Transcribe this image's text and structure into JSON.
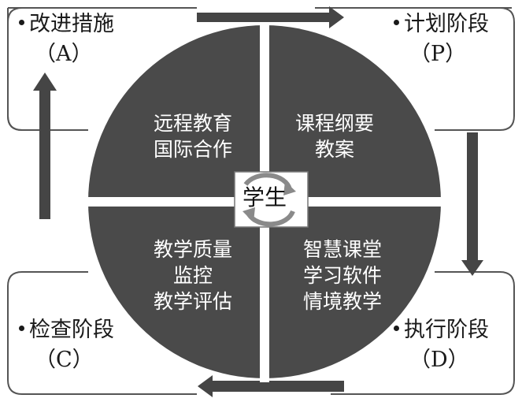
{
  "center": {
    "label": "学生"
  },
  "quadrants": {
    "top_left": [
      "远程教育",
      "国际合作"
    ],
    "top_right": [
      "课程纲要",
      "教案"
    ],
    "bottom_left": [
      "教学质量",
      "监控",
      "教学评估"
    ],
    "bottom_right": [
      "智慧课堂",
      "学习软件",
      "情境教学"
    ]
  },
  "phases": {
    "act": {
      "title": "改进措施",
      "code": "（A）"
    },
    "plan": {
      "title": "计划阶段",
      "code": "（P）"
    },
    "check": {
      "title": "检查阶段",
      "code": "（C）"
    },
    "do": {
      "title": "执行阶段",
      "code": "（D）"
    }
  },
  "colors": {
    "circle": "#4a4a4a",
    "arrow": "#454545",
    "divider": "#ffffff",
    "box_border": "#555555"
  }
}
